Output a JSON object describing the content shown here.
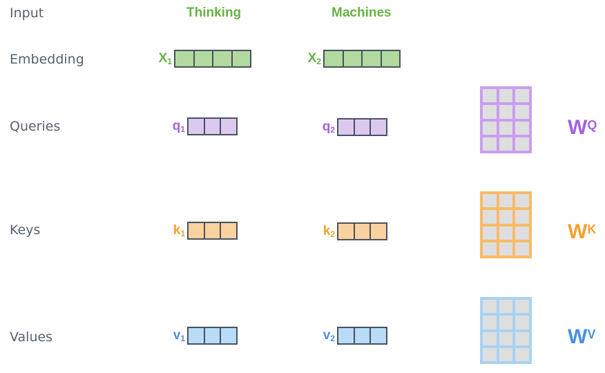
{
  "rows": {
    "input": "Input",
    "embedding": "Embedding",
    "queries": "Queries",
    "keys": "Keys",
    "values": "Values"
  },
  "tokens": {
    "t1": "Thinking",
    "t2": "Machines"
  },
  "vectors": {
    "x1": {
      "base": "X",
      "sub": "1",
      "cells": 4
    },
    "x2": {
      "base": "X",
      "sub": "2",
      "cells": 4
    },
    "q1": {
      "base": "q",
      "sub": "1",
      "cells": 3
    },
    "q2": {
      "base": "q",
      "sub": "2",
      "cells": 3
    },
    "k1": {
      "base": "k",
      "sub": "1",
      "cells": 3
    },
    "k2": {
      "base": "k",
      "sub": "2",
      "cells": 3
    },
    "v1": {
      "base": "v",
      "sub": "1",
      "cells": 3
    },
    "v2": {
      "base": "v",
      "sub": "2",
      "cells": 3
    }
  },
  "matrices": {
    "wq": {
      "base": "W",
      "sup": "Q",
      "rows": 4,
      "cols": 3
    },
    "wk": {
      "base": "W",
      "sup": "K",
      "rows": 4,
      "cols": 3
    },
    "wv": {
      "base": "W",
      "sup": "V",
      "rows": 4,
      "cols": 3
    }
  },
  "colors": {
    "green_fill": "#b2d9a0",
    "green_text": "#67b345",
    "purple_fill": "#ddc8f0",
    "purple_text": "#a362e3",
    "purple_border": "#cb9df0",
    "orange_fill": "#fad2a0",
    "orange_text": "#f5a12e",
    "orange_border": "#f8bb69",
    "blue_fill": "#b8dbf8",
    "blue_text": "#4a90e2",
    "blue_border": "#a8d2f5",
    "vector_border": "#47525f",
    "matrix_cell": "#dedede",
    "row_label": "#59616d"
  }
}
